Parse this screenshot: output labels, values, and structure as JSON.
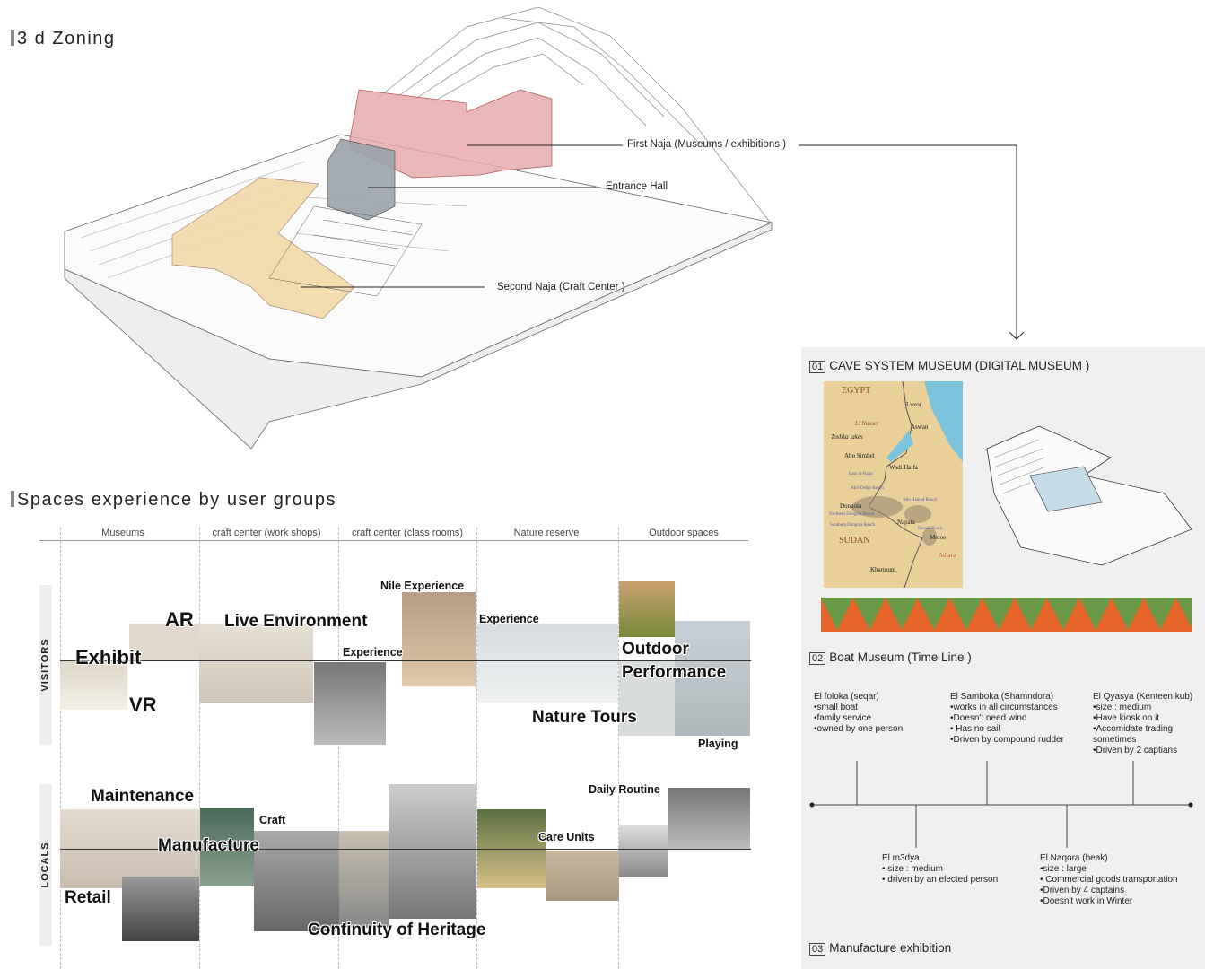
{
  "zoning": {
    "title": "3 d Zoning",
    "callouts": {
      "first_naja": "First Naja (Museums / exhibitions )",
      "entrance_hall": "Entrance Hall",
      "second_naja": "Second Naja (Craft Center )"
    },
    "colors": {
      "museum": "#e8a9ab",
      "entrance": "#9aa2ab",
      "craft": "#f3d8a8"
    }
  },
  "spaces": {
    "title": "Spaces experience by user groups",
    "columns": [
      "Museums",
      "craft center (work shops)",
      "craft center (class rooms)",
      "Nature reserve",
      "Outdoor spaces"
    ],
    "groups": [
      "VISITORS",
      "LOCALS"
    ],
    "visitor_labels": {
      "ar": "AR",
      "exhibit": "Exhibit",
      "vr": "VR",
      "live": "Live Environment",
      "nile": "Nile Experience",
      "experience1": "Experience",
      "experience2": "Experience",
      "outdoor": "Outdoor",
      "performance": "Performance",
      "nature": "Nature Tours",
      "playing": "Playing"
    },
    "local_labels": {
      "maintenance": "Maintenance",
      "craft": "Craft",
      "manufacture": "Manufacture",
      "retail": "Retail",
      "heritage": "Continuity of Heritage",
      "daily": "Daily Routine",
      "care": "Care Units"
    }
  },
  "panel": {
    "sections": [
      {
        "num": "01",
        "title": "CAVE SYSTEM MUSEUM (DIGITAL MUSEUM )"
      },
      {
        "num": "02",
        "title": "Boat Museum (Time Line )"
      },
      {
        "num": "03",
        "title": "Manufacture exhibition"
      }
    ],
    "map": {
      "labels": [
        "EGYPT",
        "Luxor",
        "L. Nasser",
        "Aswan",
        "Toshka lakes",
        "Abu Simbel",
        "Wadi Halfa",
        "Batn el-Hajar",
        "Abri-Delgo Reach",
        "Abu Hamed Reach",
        "Dongola",
        "Northern Dongola Reach",
        "Napata",
        "Southern Dongola Reach",
        "Shendi Reach",
        "SUDAN",
        "Meroe",
        "Atbara",
        "Khartoum"
      ]
    },
    "timeline": [
      {
        "name": "El foloka (seqar)",
        "points": [
          "•small boat",
          "•family service",
          "•owned by one person"
        ]
      },
      {
        "name": "El m3dya",
        "points": [
          "• size : medium",
          "• driven by an elected person"
        ]
      },
      {
        "name": "El Samboka (Shamndora)",
        "points": [
          "•works in all circumstances",
          "•Doesn't need wind",
          "• Has no sail",
          "•Driven by compound rudder"
        ]
      },
      {
        "name": "El Naqora (beak)",
        "points": [
          "•size : large",
          "• Commercial goods transportation",
          "•Driven by 4 captains",
          "•Doesn't work in Winter"
        ]
      },
      {
        "name": "El Qyasya (Kenteen kub)",
        "points": [
          "•size : medium",
          "•Have kiosk on it",
          "•Accomidate trading",
          "sometimes",
          "•Driven by 2 captians"
        ]
      }
    ]
  }
}
